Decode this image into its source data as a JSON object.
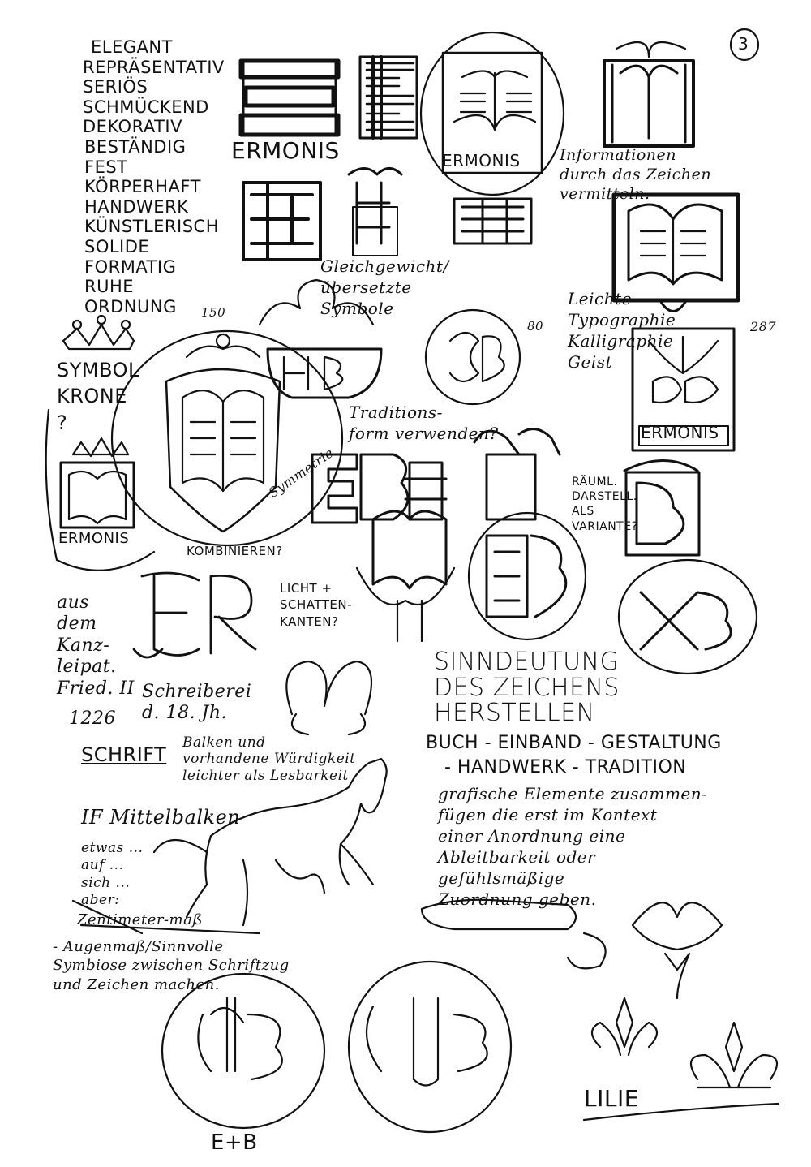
{
  "page_number": "3",
  "keywords": [
    "ELEGANT",
    "REPRÄSENTATIV",
    "SERIÖS",
    "SCHMÜCKEND",
    "DEKORATIV",
    "BESTÄNDIG",
    "FEST",
    "KÖRPERHAFT",
    "HANDWERK",
    "KÜNSTLERISCH",
    "SOLIDE",
    "FORMATIG",
    "RUHE",
    "ORDNUNG"
  ],
  "labels": {
    "ermonis_1": "ERMONIS",
    "ermonis_2": "ERMONIS",
    "ermonis_3": "ERMONIS",
    "ermonis_4": "ERMONIS",
    "symbol_krone": "SYMBOL\nKRONE\n?",
    "information": "Informationen\ndurch das Zeichen\nvermitteln.",
    "gleichgewicht": "Gleichgewicht/\nübersetzte\nSymbole",
    "leichte": "Leichte\nTypographie\nKalligraphie\nGeist",
    "traditionsform": "Traditions-\nform verwenden?",
    "symmetrie": "Symmetrie",
    "raeuml": "RÄUML.\nDARSTELL.\nALS\nVARIANTE?",
    "kombinieren": "KOMBINIEREN?",
    "licht": "LICHT +\nSCHATTEN-\nKANTEN?",
    "kanzlei": "aus\ndem\nKanz-\nleipat.\nFried. II",
    "jahr": "1226",
    "schreiber": "Schreiberei\nd. 18. Jh.",
    "sinndeutung_title": "SINNDEUTUNG\nDES ZEICHENS\nHERSTELLEN",
    "buch_line1": "BUCH - EINBAND - GESTALTUNG",
    "buch_line2": "- HANDWERK - TRADITION",
    "grafische": "grafische Elemente zusammen-\nfügen die erst im Kontext\neiner Anordnung eine\nAbleitbarkeit oder\ngefühlsmäßige\nZuordnung geben.",
    "schrift": "SCHRIFT",
    "schrift_note": "Balken und\nvorhandene Würdigkeit\nleichter als Lesbarkeit",
    "mittelbalken": "IF Mittelbalken",
    "left_notes": "etwas ...\nauf ...\nsich ...\naber:",
    "zentimeter": "Zentimeter-maß",
    "sinnvolle": "- Augenmaß/Sinnvolle\nSymbiose zwischen Schriftzug\nund Zeichen machen.",
    "efb": "E+B",
    "lilie": "LILIE",
    "num_150": "150",
    "num_80": "80",
    "num_287": "287"
  }
}
